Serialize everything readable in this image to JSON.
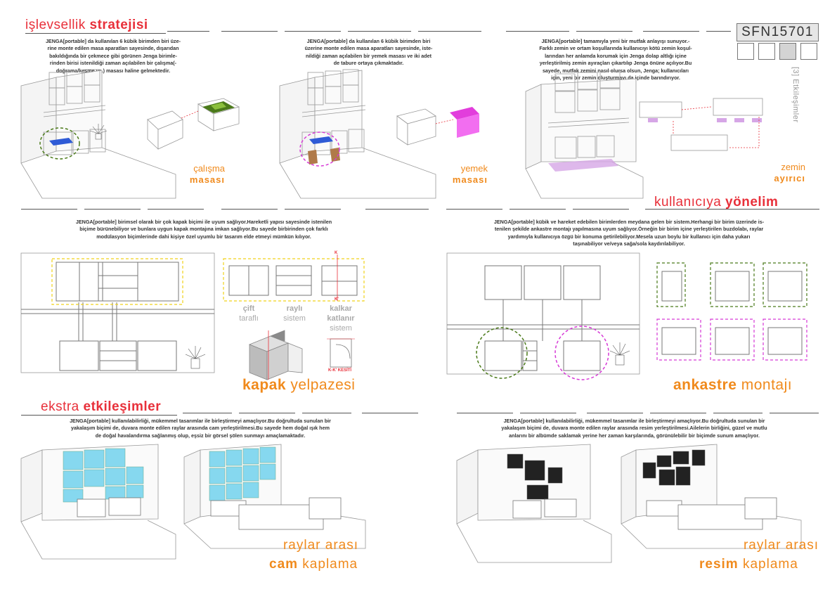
{
  "code_box": {
    "code": "SFN15701",
    "squares": [
      "empty",
      "empty",
      "filled",
      "empty"
    ],
    "vertical_label": "[3] Etkileşimler"
  },
  "section1": {
    "heading_light": "işlevsellik ",
    "heading_bold": "stratejisi",
    "panel1": {
      "brand": "JENGA[portable]",
      "t1": " da kullanılan 6 kübik birimden biri üze-",
      "t2": "rine monte edilen masa aparatları sayesinde, dışarıdan",
      "t3": "bakıldığında bir çekmece gibi görünen Jenga birimle-",
      "t4a": "rinden birisi istenildiği zaman ",
      "t4b": "açılabilen",
      "t4c": " bir çalışma(-",
      "t5": "doğrama/kesme vs.) masası haline gelmektedir.",
      "caption1": "çalışma",
      "caption2": "masası"
    },
    "panel2": {
      "brand": "JENGA[portable]",
      "t1": " da kullanılan 6 kübik birimden biri",
      "t2": "üzerine monte edilen masa aparatları sayesinde, iste-",
      "t3a": "nildiği zaman ",
      "t3b": "açılabilen",
      "t3c": " bir ",
      "t3d": "yemek masası",
      "t3e": " ve iki adet",
      "t4a": "de ",
      "t4b": "tabure",
      "t4c": " ortaya çıkmaktadır.",
      "caption1": "yemek",
      "caption2": "masası"
    },
    "panel3": {
      "brand": "JENGA[portable]",
      "t1": " tamamıyla yeni bir mutfak anlayışı sunuyor.-",
      "t2": "Farklı zemin ve ortam koşullarında kullanıcıyı kötü zemin koşul-",
      "t3": "larından her anlamda korumak için Jenga dolap altlığı içine",
      "t4": "yerleştirilmiş zemin ayıraçları çıkartılıp Jenga önüne açılıyor.Bu",
      "t5": "sayede, mutfak zemini nasıl olursa olsun, Jenga; kullanıcıları",
      "t6": "için, yeni bir zemin oluşturmayı da içinde barındırıyor.",
      "caption1": "zemin",
      "caption2": "ayırıcı"
    }
  },
  "section2": {
    "heading_light": "kullanıcıya ",
    "heading_bold": "yönelim",
    "left": {
      "brand": "JENGA[portable]",
      "t1": " birimsel olarak bir çok kapak biçimi ile uyum sağlıyor.Hareketli yapısı sayesinde istenilen",
      "t2": "biçime bürünebiliyor ve bunlara uygun kapak montajına imkan sağlıyor.Bu sayede birbirinden çok farklı",
      "t3": "modülasyon biçimlerinde dahi kişiye özel uyumlu bir tasarım elde etmeyi mümkün kılıyor.",
      "lbl1a": "çift",
      "lbl1b": "taraflı",
      "lbl2a": "raylı",
      "lbl2b": "sistem",
      "lbl3a": "kalkar",
      "lbl3b": "katlanır",
      "lbl3c": "sistem",
      "section_k_top": "K",
      "section_k_bottom": "K'",
      "section_label": "K-K' KESİTİ",
      "big_bold": "kapak",
      "big_light": " yelpazesi"
    },
    "right": {
      "brand": "JENGA[portable]",
      "t1": " kübik ve hareket edebilen birimlerden meydana gelen bir sistem.Herhangi bir birim üzerinde is-",
      "t2": "tenilen şekilde ankastre montajı yapılmasına uyum sağlıyor.Örneğin bir birim içine yerleştirilen buzdolabı, raylar",
      "t3": "yardımıyla kullanıcıya özgü bir konuma getirilebiliyor.Mesela uzun boylu bir kullanıcı için daha yukarı",
      "t4": "taşınabiliyor ve/veya sağa/sola kaydırılabiliyor.",
      "big_bold": "ankastre",
      "big_light": " montajı"
    }
  },
  "section3": {
    "heading_light": "ekstra ",
    "heading_bold": "etkileşimler",
    "left": {
      "brand": "JENGA[portable]",
      "t1": " kullanılabilirliği, mükemmel tasarımlar ile birleştirmeyi amaçlıyor.Bu doğrultuda sunulan bir",
      "t2": "yakalaşım biçimi de, duvara monte edilen raylar arasında cam yerleştirilmesi.Bu sayede hem doğal ışık hem",
      "t3": "de doğal havalandırma sağlanmış olup, eşsiz bir görsel şölen sunmayı amaçlamaktadır.",
      "cap_light": "raylar arası",
      "cap_bold": "cam",
      "cap_rest": " kaplama"
    },
    "right": {
      "brand": "JENGA[portable]",
      "t1": " kullanılabilirliği, mükemmel tasarımlar ile birleştirmeyi amaçlıyor.Bu doğrultuda sunulan bir",
      "t2": "yakalaşım biçimi de, duvara monte edilen raylar arasında resim yerleştirilmesi.Ailelerin birliğini, güzel ve mutlu",
      "t3": "anlarını bir albümde saklamak yerine her zaman karşılarında, görünülebilir bir biçimde sunum amaçlıyor.",
      "cap_light": "raylar arası",
      "cap_bold": "resim",
      "cap_rest": " kaplama"
    }
  },
  "colors": {
    "accent_red": "#e8303a",
    "accent_orange": "#f08a1c",
    "blue": "#2f5bd6",
    "magenta": "#e23ddc",
    "cyan": "#86d8ef",
    "green_dash": "#4b7a1a",
    "pink_dash": "#d63ad6",
    "yellow_dash": "#f1d21a"
  }
}
